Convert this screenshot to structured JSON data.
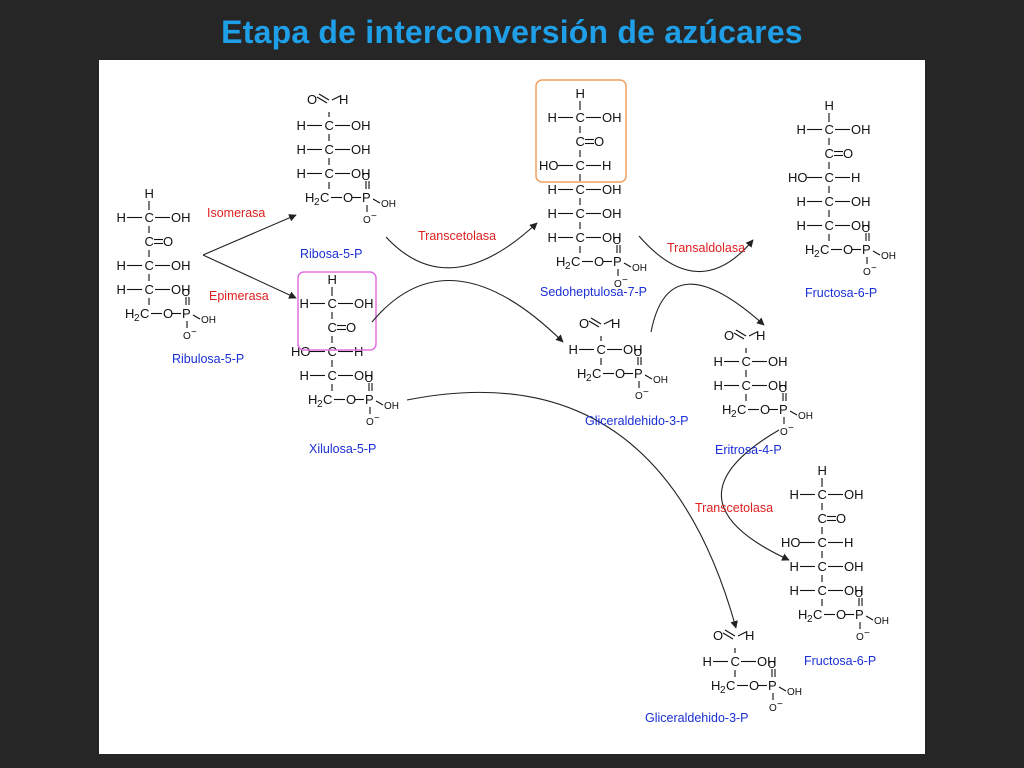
{
  "title": "Etapa de interconversión de azúcares",
  "compounds": {
    "ribulosa": "Ribulosa-5-P",
    "ribosa": "Ribosa-5-P",
    "xilulosa": "Xilulosa-5-P",
    "sedoheptulosa": "Sedoheptulosa-7-P",
    "gliceraldehido1": "Gliceraldehido-3-P",
    "fructosa1": "Fructosa-6-P",
    "eritrosa": "Eritrosa-4-P",
    "fructosa2": "Fructosa-6-P",
    "gliceraldehido2": "Gliceraldehido-3-P"
  },
  "enzymes": {
    "isomerasa": "Isomerasa",
    "epimerasa": "Epimerasa",
    "transcetolasa1": "Transcetolasa",
    "transaldolasa": "Transaldolasa",
    "transcetolasa2": "Transcetolasa"
  },
  "colors": {
    "title": "#1f9fe8",
    "compound_label": "#1a2fd6",
    "enzyme_label": "#e02020",
    "highlight_orange": "#f0a060",
    "highlight_magenta": "#e070e0"
  }
}
